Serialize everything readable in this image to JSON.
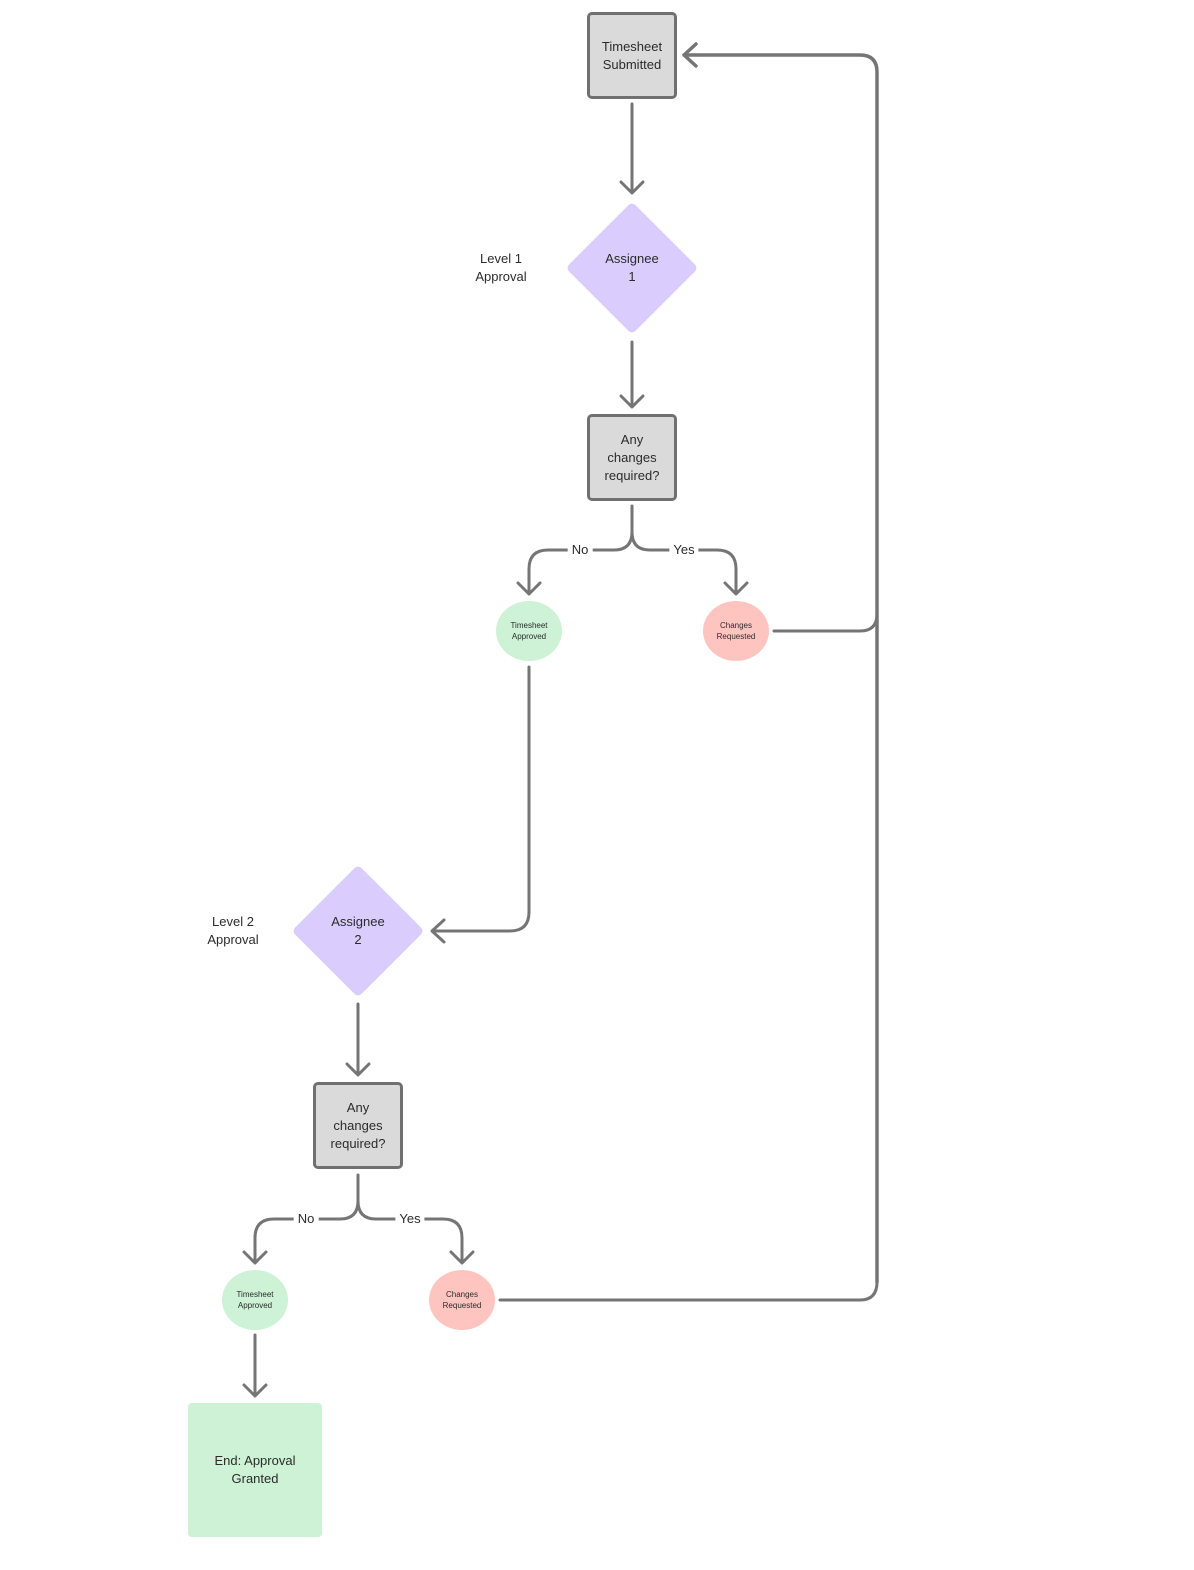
{
  "diagram": {
    "nodes": {
      "start": {
        "label": "Timesheet\nSubmitted",
        "shape": "rectangle"
      },
      "assignee1": {
        "label": "Assignee\n1",
        "shape": "diamond"
      },
      "level1": {
        "label": "Level 1\nApproval"
      },
      "check1": {
        "label": "Any\nchanges\nrequired?",
        "shape": "rectangle"
      },
      "approved1": {
        "label": "Timesheet\nApproved",
        "shape": "circle"
      },
      "changes1": {
        "label": "Changes\nRequested",
        "shape": "circle"
      },
      "assignee2": {
        "label": "Assignee\n2",
        "shape": "diamond"
      },
      "level2": {
        "label": "Level 2\nApproval"
      },
      "check2": {
        "label": "Any\nchanges\nrequired?",
        "shape": "rectangle"
      },
      "approved2": {
        "label": "Timesheet\nApproved",
        "shape": "circle"
      },
      "changes2": {
        "label": "Changes\nRequested",
        "shape": "circle"
      },
      "end": {
        "label": "End: Approval\nGranted",
        "shape": "rectangle"
      }
    },
    "edge_labels": {
      "no1": "No",
      "yes1": "Yes",
      "no2": "No",
      "yes2": "Yes"
    },
    "edges": [
      {
        "from": "start",
        "to": "assignee1"
      },
      {
        "from": "assignee1",
        "to": "check1"
      },
      {
        "from": "check1",
        "to": "approved1",
        "label": "No"
      },
      {
        "from": "check1",
        "to": "changes1",
        "label": "Yes"
      },
      {
        "from": "changes1",
        "to": "start"
      },
      {
        "from": "approved1",
        "to": "assignee2"
      },
      {
        "from": "assignee2",
        "to": "check2"
      },
      {
        "from": "check2",
        "to": "approved2",
        "label": "No"
      },
      {
        "from": "check2",
        "to": "changes2",
        "label": "Yes"
      },
      {
        "from": "changes2",
        "to": "start"
      },
      {
        "from": "approved2",
        "to": "end"
      }
    ],
    "colors": {
      "process": "#dadada",
      "decision": "#dacdfd",
      "approved": "#cdf2d6",
      "changes": "#fec5c0",
      "connector": "#757575"
    }
  }
}
